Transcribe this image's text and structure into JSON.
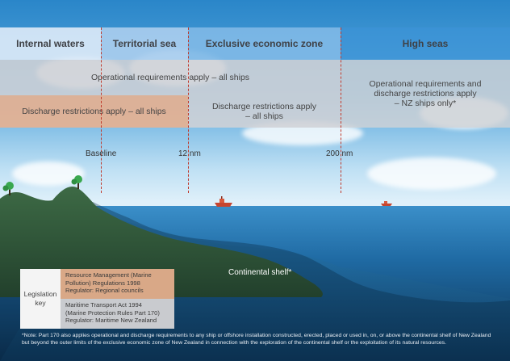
{
  "zones": {
    "internal_waters": "Internal waters",
    "territorial_sea": "Territorial sea",
    "eez": "Exclusive economic zone",
    "high_seas": "High seas"
  },
  "requirements": {
    "operational_all": "Operational requirements apply – all ships",
    "discharge_all": "Discharge restrictions apply – all ships",
    "discharge_eez_line1": "Discharge restrictions apply",
    "discharge_eez_line2": "– all ships",
    "high_seas_line1": "Operational requirements and",
    "high_seas_line2": "discharge restrictions apply",
    "high_seas_line3": "– NZ ships only*"
  },
  "markers": {
    "baseline": "Baseline",
    "nm12": "12 nm",
    "nm200": "200 nm"
  },
  "labels": {
    "continental_shelf": "Continental shelf*"
  },
  "legend": {
    "key_line1": "Legislation",
    "key_line2": "key",
    "rma_line1": "Resource Management (Marine",
    "rma_line2": "Pollution) Regulations 1998",
    "rma_line3": "Regulator: Regional councils",
    "mta_line1": "Maritime Transport Act 1994",
    "mta_line2": "(Marine Protection Rules Part 170)",
    "mta_line3": "Regulator: Maritime New Zealand"
  },
  "note": "*Note: Part 170 also applies operational and discharge requirements to any ship or offshore installation constructed, erected, placed or used in, on, or above the continental shelf of New Zealand but beyond the outer limits of the exclusive economic zone of New Zealand in connection with the exploration of the continental shelf or the exploitation of its natural resources.",
  "colors": {
    "internal_waters": "#dbe9f7",
    "territorial_sea": "#a9cdee",
    "eez": "#7fb8e6",
    "high_seas": "#3d95d8",
    "operational_band": "#d0d2d6",
    "discharge_orange": "#e3b193",
    "boundary_line": "#c0392b",
    "land": "#2d4f37",
    "sea_surface": "#3b8fc9",
    "deep_sea": "#0b2d4d"
  }
}
